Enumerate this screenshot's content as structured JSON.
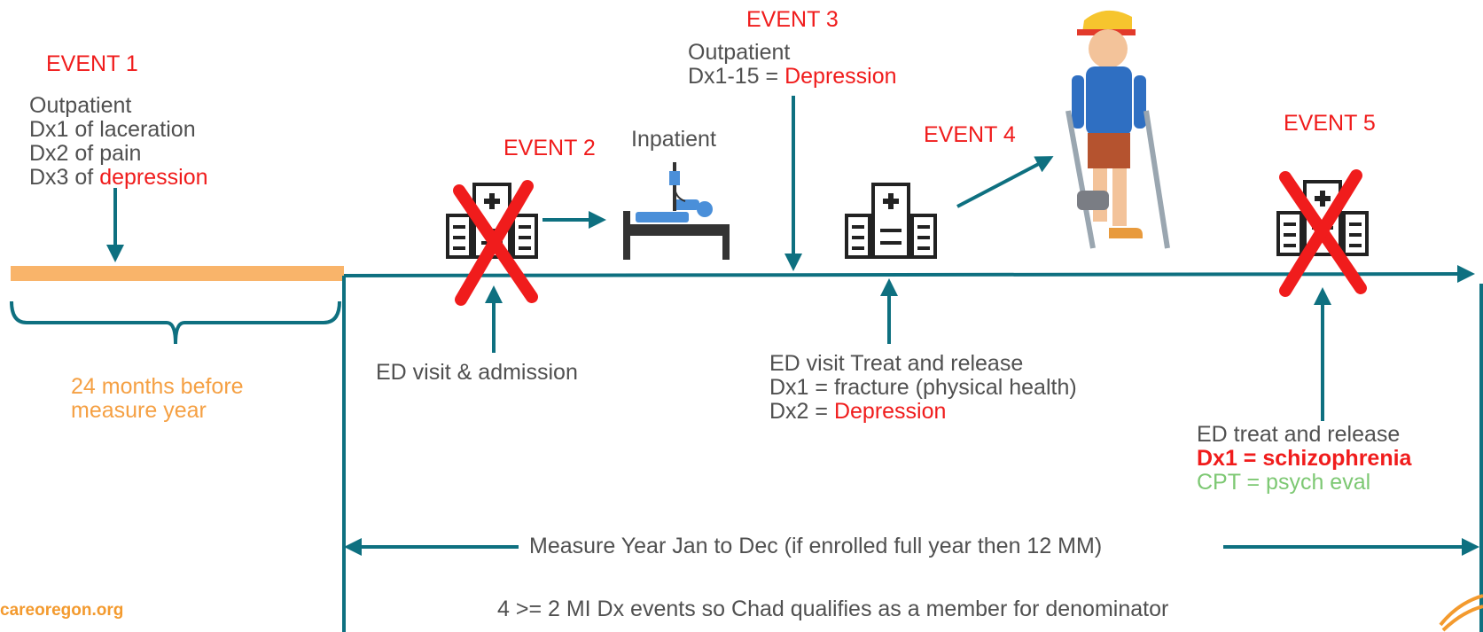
{
  "events": {
    "e1": {
      "title": "EVENT 1",
      "lines": [
        "Outpatient",
        "Dx1 of laceration",
        "Dx2 of pain"
      ],
      "dx3_prefix": "Dx3 of ",
      "dx3_value": "depression"
    },
    "e2": {
      "title": "EVENT 2",
      "inpatient_label": "Inpatient",
      "caption": "ED visit & admission"
    },
    "e3": {
      "title": "EVENT 3",
      "line1": "Outpatient",
      "dx_prefix": "Dx1-15 = ",
      "dx_value": "Depression"
    },
    "e4": {
      "title": "EVENT 4",
      "line1": "ED visit Treat and release",
      "line2": "Dx1 = fracture (physical health)",
      "dx2_prefix": "Dx2 = ",
      "dx2_value": "Depression"
    },
    "e5": {
      "title": "EVENT 5",
      "line1": "ED treat and release",
      "line2": "Dx1 = schizophrenia",
      "line3": "CPT = psych eval"
    }
  },
  "lookback": {
    "line1": "24 months before",
    "line2": "measure year"
  },
  "measure_year": "Measure Year Jan to Dec (if enrolled full year then 12 MM)",
  "footer": {
    "site": "careoregon.org",
    "conclusion": "4 >= 2  MI Dx events so Chad qualifies as a member for denominator"
  },
  "icons": [
    "hospital-icon",
    "hospital-bed-icon",
    "boy-on-crutches-image",
    "red-x-icon",
    "careoregon-logo"
  ],
  "colors": {
    "teal": "#0e7080",
    "orange": "#f9b46a",
    "red": "#f01c1c",
    "green": "#7dc873",
    "text": "#505050"
  }
}
